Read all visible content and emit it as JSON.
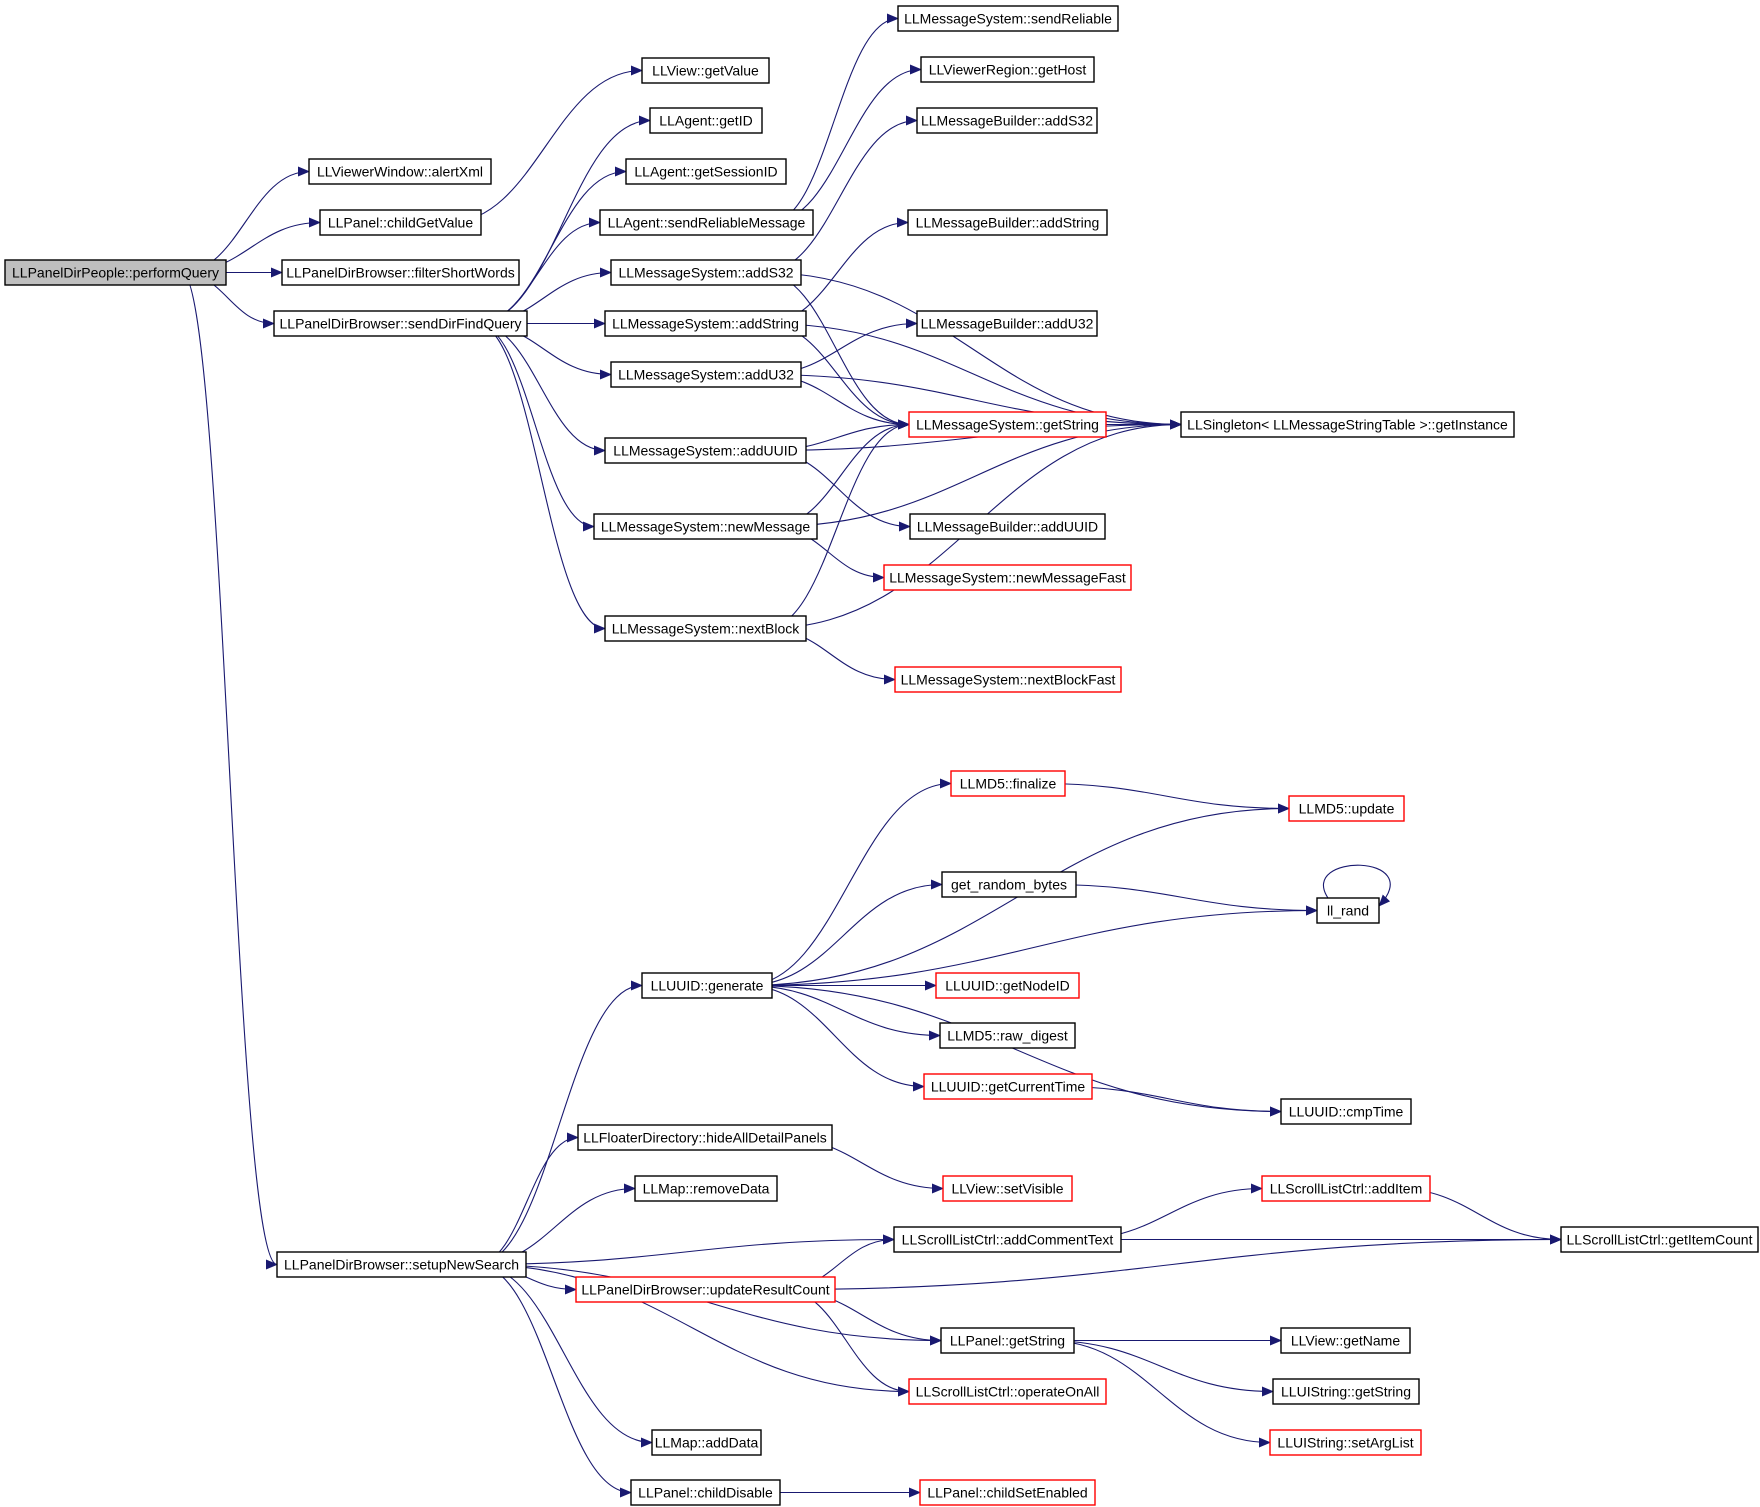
{
  "colors": {
    "edge": "#191970",
    "highlight_border": "#ff0000",
    "root_fill": "#bfbfbf"
  },
  "nodes": [
    {
      "id": "performQuery",
      "label": "LLPanelDirPeople::performQuery",
      "style": "root"
    },
    {
      "id": "alertXml",
      "label": "LLViewerWindow::alertXml",
      "style": "plain"
    },
    {
      "id": "childGetValue",
      "label": "LLPanel::childGetValue",
      "style": "plain"
    },
    {
      "id": "filterShortWords",
      "label": "LLPanelDirBrowser::filterShortWords",
      "style": "plain"
    },
    {
      "id": "sendDirFindQuery",
      "label": "LLPanelDirBrowser::sendDirFindQuery",
      "style": "plain"
    },
    {
      "id": "setupNewSearch",
      "label": "LLPanelDirBrowser::setupNewSearch",
      "style": "plain"
    },
    {
      "id": "getValue",
      "label": "LLView::getValue",
      "style": "plain"
    },
    {
      "id": "getID",
      "label": "LLAgent::getID",
      "style": "plain"
    },
    {
      "id": "getSessionID",
      "label": "LLAgent::getSessionID",
      "style": "plain"
    },
    {
      "id": "sendReliableMessage",
      "label": "LLAgent::sendReliableMessage",
      "style": "plain"
    },
    {
      "id": "msAddS32",
      "label": "LLMessageSystem::addS32",
      "style": "plain"
    },
    {
      "id": "msAddString",
      "label": "LLMessageSystem::addString",
      "style": "plain"
    },
    {
      "id": "msAddU32",
      "label": "LLMessageSystem::addU32",
      "style": "plain"
    },
    {
      "id": "msAddUUID",
      "label": "LLMessageSystem::addUUID",
      "style": "plain"
    },
    {
      "id": "newMessage",
      "label": "LLMessageSystem::newMessage",
      "style": "plain"
    },
    {
      "id": "nextBlock",
      "label": "LLMessageSystem::nextBlock",
      "style": "plain"
    },
    {
      "id": "sendReliable",
      "label": "LLMessageSystem::sendReliable",
      "style": "plain"
    },
    {
      "id": "getHost",
      "label": "LLViewerRegion::getHost",
      "style": "plain"
    },
    {
      "id": "mbAddS32",
      "label": "LLMessageBuilder::addS32",
      "style": "plain"
    },
    {
      "id": "mbAddString",
      "label": "LLMessageBuilder::addString",
      "style": "plain"
    },
    {
      "id": "mbAddU32",
      "label": "LLMessageBuilder::addU32",
      "style": "plain"
    },
    {
      "id": "msGetString",
      "label": "LLMessageSystem::getString",
      "style": "red"
    },
    {
      "id": "mbAddUUID",
      "label": "LLMessageBuilder::addUUID",
      "style": "plain"
    },
    {
      "id": "newMessageFast",
      "label": "LLMessageSystem::newMessageFast",
      "style": "red"
    },
    {
      "id": "nextBlockFast",
      "label": "LLMessageSystem::nextBlockFast",
      "style": "red"
    },
    {
      "id": "getInstance",
      "label": "LLSingleton< LLMessageStringTable >::getInstance",
      "style": "plain"
    },
    {
      "id": "md5Finalize",
      "label": "LLMD5::finalize",
      "style": "red"
    },
    {
      "id": "md5Update",
      "label": "LLMD5::update",
      "style": "red"
    },
    {
      "id": "randomBytes",
      "label": "get_random_bytes",
      "style": "plain"
    },
    {
      "id": "llRand",
      "label": "ll_rand",
      "style": "plain"
    },
    {
      "id": "uuidGenerate",
      "label": "LLUUID::generate",
      "style": "plain"
    },
    {
      "id": "getNodeID",
      "label": "LLUUID::getNodeID",
      "style": "red"
    },
    {
      "id": "rawDigest",
      "label": "LLMD5::raw_digest",
      "style": "plain"
    },
    {
      "id": "getCurrentTime",
      "label": "LLUUID::getCurrentTime",
      "style": "red"
    },
    {
      "id": "cmpTime",
      "label": "LLUUID::cmpTime",
      "style": "plain"
    },
    {
      "id": "hideAllDetailPanels",
      "label": "LLFloaterDirectory::hideAllDetailPanels",
      "style": "plain"
    },
    {
      "id": "setVisible",
      "label": "LLView::setVisible",
      "style": "red"
    },
    {
      "id": "removeData",
      "label": "LLMap::removeData",
      "style": "plain"
    },
    {
      "id": "addItem",
      "label": "LLScrollListCtrl::addItem",
      "style": "red"
    },
    {
      "id": "addCommentText",
      "label": "LLScrollListCtrl::addCommentText",
      "style": "plain"
    },
    {
      "id": "getItemCount",
      "label": "LLScrollListCtrl::getItemCount",
      "style": "plain"
    },
    {
      "id": "updateResultCount",
      "label": "LLPanelDirBrowser::updateResultCount",
      "style": "red"
    },
    {
      "id": "panelGetString",
      "label": "LLPanel::getString",
      "style": "plain"
    },
    {
      "id": "getName",
      "label": "LLView::getName",
      "style": "plain"
    },
    {
      "id": "operateOnAll",
      "label": "LLScrollListCtrl::operateOnAll",
      "style": "red"
    },
    {
      "id": "uiGetString",
      "label": "LLUIString::getString",
      "style": "plain"
    },
    {
      "id": "mapAddData",
      "label": "LLMap::addData",
      "style": "plain"
    },
    {
      "id": "setArgList",
      "label": "LLUIString::setArgList",
      "style": "red"
    },
    {
      "id": "childDisable",
      "label": "LLPanel::childDisable",
      "style": "plain"
    },
    {
      "id": "childSetEnabled",
      "label": "LLPanel::childSetEnabled",
      "style": "red"
    }
  ],
  "edges": [
    [
      "performQuery",
      "alertXml"
    ],
    [
      "performQuery",
      "childGetValue"
    ],
    [
      "performQuery",
      "filterShortWords"
    ],
    [
      "performQuery",
      "sendDirFindQuery"
    ],
    [
      "performQuery",
      "setupNewSearch"
    ],
    [
      "childGetValue",
      "getValue"
    ],
    [
      "sendDirFindQuery",
      "getID"
    ],
    [
      "sendDirFindQuery",
      "getSessionID"
    ],
    [
      "sendDirFindQuery",
      "sendReliableMessage"
    ],
    [
      "sendDirFindQuery",
      "msAddS32"
    ],
    [
      "sendDirFindQuery",
      "msAddString"
    ],
    [
      "sendDirFindQuery",
      "msAddU32"
    ],
    [
      "sendDirFindQuery",
      "msAddUUID"
    ],
    [
      "sendDirFindQuery",
      "newMessage"
    ],
    [
      "sendDirFindQuery",
      "nextBlock"
    ],
    [
      "sendReliableMessage",
      "sendReliable"
    ],
    [
      "sendReliableMessage",
      "getHost"
    ],
    [
      "msAddS32",
      "mbAddS32"
    ],
    [
      "msAddS32",
      "msGetString"
    ],
    [
      "msAddS32",
      "getInstance"
    ],
    [
      "msAddString",
      "mbAddString"
    ],
    [
      "msAddString",
      "msGetString"
    ],
    [
      "msAddString",
      "getInstance"
    ],
    [
      "msAddU32",
      "mbAddU32"
    ],
    [
      "msAddU32",
      "msGetString"
    ],
    [
      "msAddU32",
      "getInstance"
    ],
    [
      "msAddUUID",
      "msGetString"
    ],
    [
      "msAddUUID",
      "mbAddUUID"
    ],
    [
      "msAddUUID",
      "getInstance"
    ],
    [
      "newMessage",
      "msGetString"
    ],
    [
      "newMessage",
      "newMessageFast"
    ],
    [
      "newMessage",
      "getInstance"
    ],
    [
      "nextBlock",
      "msGetString"
    ],
    [
      "nextBlock",
      "nextBlockFast"
    ],
    [
      "nextBlock",
      "getInstance"
    ],
    [
      "msGetString",
      "getInstance"
    ],
    [
      "setupNewSearch",
      "uuidGenerate"
    ],
    [
      "setupNewSearch",
      "hideAllDetailPanels"
    ],
    [
      "setupNewSearch",
      "removeData"
    ],
    [
      "setupNewSearch",
      "addCommentText"
    ],
    [
      "setupNewSearch",
      "updateResultCount"
    ],
    [
      "setupNewSearch",
      "panelGetString"
    ],
    [
      "setupNewSearch",
      "operateOnAll"
    ],
    [
      "setupNewSearch",
      "mapAddData"
    ],
    [
      "setupNewSearch",
      "childDisable"
    ],
    [
      "uuidGenerate",
      "md5Finalize"
    ],
    [
      "uuidGenerate",
      "md5Update"
    ],
    [
      "uuidGenerate",
      "randomBytes"
    ],
    [
      "uuidGenerate",
      "llRand"
    ],
    [
      "uuidGenerate",
      "getNodeID"
    ],
    [
      "uuidGenerate",
      "rawDigest"
    ],
    [
      "uuidGenerate",
      "getCurrentTime"
    ],
    [
      "uuidGenerate",
      "cmpTime"
    ],
    [
      "md5Finalize",
      "md5Update"
    ],
    [
      "randomBytes",
      "llRand"
    ],
    [
      "llRand",
      "llRand"
    ],
    [
      "getCurrentTime",
      "cmpTime"
    ],
    [
      "hideAllDetailPanels",
      "setVisible"
    ],
    [
      "addCommentText",
      "addItem"
    ],
    [
      "addCommentText",
      "getItemCount"
    ],
    [
      "addItem",
      "getItemCount"
    ],
    [
      "updateResultCount",
      "addCommentText"
    ],
    [
      "updateResultCount",
      "getItemCount"
    ],
    [
      "updateResultCount",
      "panelGetString"
    ],
    [
      "updateResultCount",
      "operateOnAll"
    ],
    [
      "panelGetString",
      "getName"
    ],
    [
      "panelGetString",
      "uiGetString"
    ],
    [
      "panelGetString",
      "setArgList"
    ],
    [
      "childDisable",
      "childSetEnabled"
    ]
  ]
}
